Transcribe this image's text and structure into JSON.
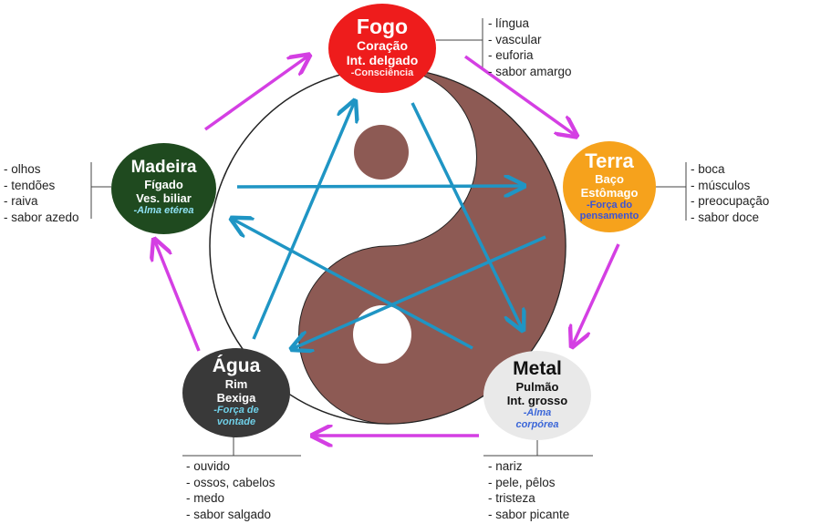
{
  "colors": {
    "fogo": "#ee1c1c",
    "terra": "#f6a21c",
    "metal": "#e9e9e9",
    "agua": "#393939",
    "madeira": "#1f4a1f",
    "yin_yang": "#8d5a54",
    "generation_arrow": "#d43fe3",
    "control_arrow": "#1f95c4"
  },
  "elements": {
    "fogo": {
      "name": "Fogo",
      "organ1": "Coração",
      "organ2": "Int. delgado",
      "spirit": "-Consciência"
    },
    "terra": {
      "name": "Terra",
      "organ1": "Baço",
      "organ2": "Estômago",
      "spirit": "-Força do pensamento"
    },
    "metal": {
      "name": "Metal",
      "organ1": "Pulmão",
      "organ2": "Int. grosso",
      "spirit": "-Alma corpórea"
    },
    "agua": {
      "name": "Água",
      "organ1": "Rim",
      "organ2": "Bexiga",
      "spirit": "-Força de vontade"
    },
    "madeira": {
      "name": "Madeira",
      "organ1": "Fígado",
      "organ2": "Ves. biliar",
      "spirit": "-Alma etérea"
    }
  },
  "associations": {
    "fogo": [
      "- língua",
      "- vascular",
      "- euforia",
      "- sabor amargo"
    ],
    "terra": [
      "- boca",
      "- músculos",
      "- preocupação",
      "- sabor doce"
    ],
    "metal": [
      "- nariz",
      "- pele, pêlos",
      "- tristeza",
      "- sabor picante"
    ],
    "agua": [
      "- ouvido",
      "- ossos, cabelos",
      "- medo",
      "- sabor salgado"
    ],
    "madeira": [
      "- olhos",
      "- tendões",
      "- raiva",
      "- sabor azedo"
    ]
  }
}
